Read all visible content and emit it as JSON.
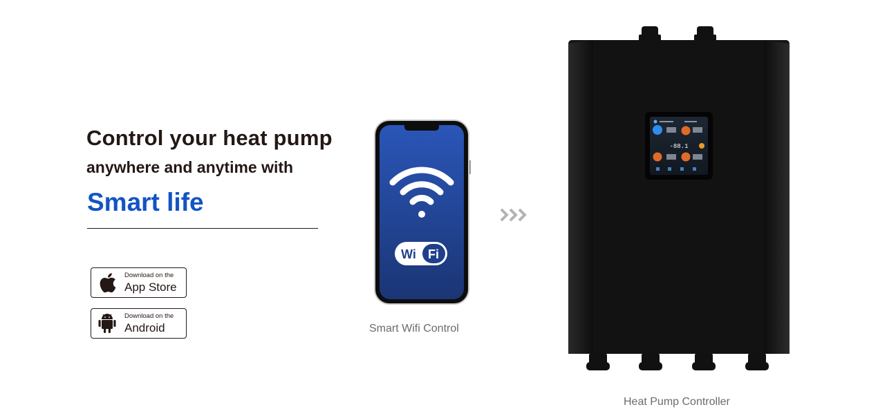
{
  "headline": {
    "line1": "Control your heat pump",
    "line2": "anywhere and anytime with",
    "line3": "Smart life"
  },
  "badges": [
    {
      "small": "Download on the",
      "big": "App Store",
      "icon": "apple-icon"
    },
    {
      "small": "Download on the",
      "big": "Android",
      "icon": "android-icon"
    }
  ],
  "phone": {
    "wifi_label_left": "Wi",
    "wifi_label_right": "Fi",
    "caption": "Smart Wifi Control",
    "screen_color": "#1f3f8c"
  },
  "controller": {
    "caption": "Heat Pump Controller",
    "display_value": "-88.1",
    "body_color": "#141414"
  },
  "colors": {
    "accent": "#1254c4",
    "text_dark": "#231815",
    "caption_gray": "#6b6b6b"
  }
}
